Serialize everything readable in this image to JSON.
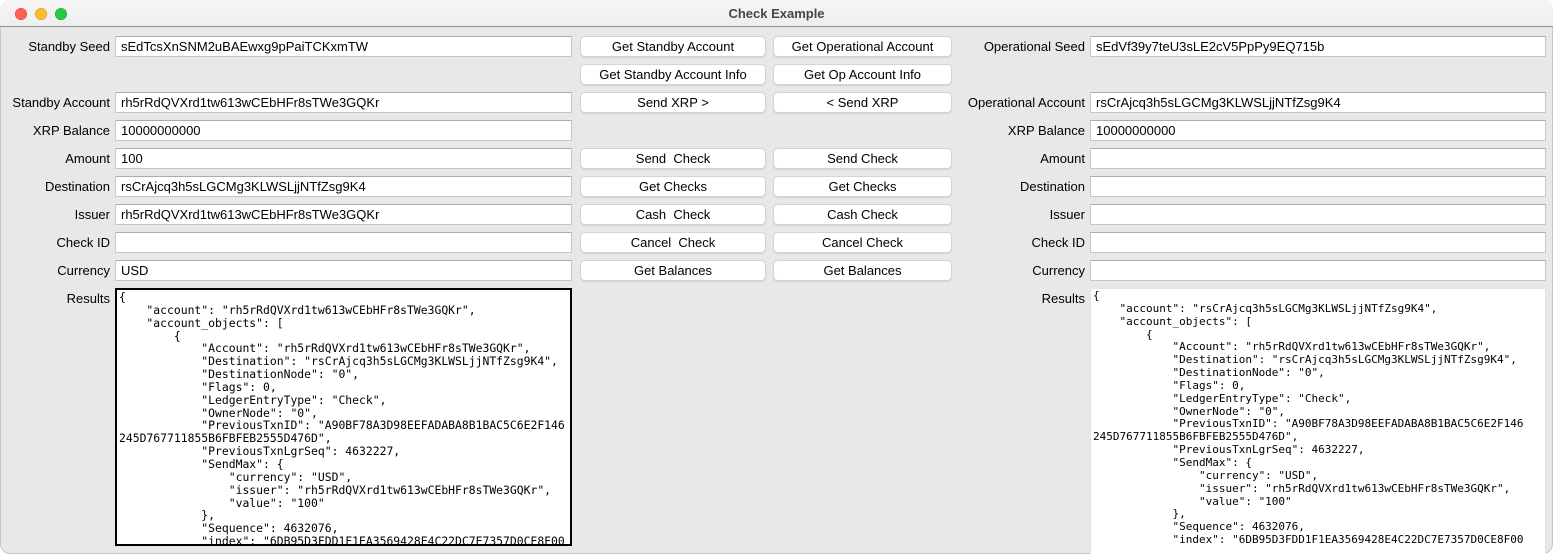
{
  "window": {
    "title": "Check Example"
  },
  "colors": {
    "close": "#ff5f57",
    "minimize": "#febc2e",
    "zoom": "#28c840",
    "content_bg": "#e8e8e8",
    "focus_border": "#000000"
  },
  "standby": {
    "seed_label": "Standby Seed",
    "seed_value": "sEdTcsXnSNM2uBAEwxg9pPaiTCKxmTW",
    "account_label": "Standby Account",
    "account_value": "rh5rRdQVXrd1tw613wCEbHFr8sTWe3GQKr",
    "balance_label": "XRP Balance",
    "balance_value": "10000000000",
    "amount_label": "Amount",
    "amount_value": "100",
    "destination_label": "Destination",
    "destination_value": "rsCrAjcq3h5sLGCMg3KLWSLjjNTfZsg9K4",
    "issuer_label": "Issuer",
    "issuer_value": "rh5rRdQVXrd1tw613wCEbHFr8sTWe3GQKr",
    "check_id_label": "Check ID",
    "check_id_value": "",
    "currency_label": "Currency",
    "currency_value": "USD",
    "results_label": "Results",
    "results_value": "{\n    \"account\": \"rh5rRdQVXrd1tw613wCEbHFr8sTWe3GQKr\",\n    \"account_objects\": [\n        {\n            \"Account\": \"rh5rRdQVXrd1tw613wCEbHFr8sTWe3GQKr\",\n            \"Destination\": \"rsCrAjcq3h5sLGCMg3KLWSLjjNTfZsg9K4\",\n            \"DestinationNode\": \"0\",\n            \"Flags\": 0,\n            \"LedgerEntryType\": \"Check\",\n            \"OwnerNode\": \"0\",\n            \"PreviousTxnID\": \"A90BF78A3D98EEFADABA8B1BAC5C6E2F146\n245D767711855B6FBFEB2555D476D\",\n            \"PreviousTxnLgrSeq\": 4632227,\n            \"SendMax\": {\n                \"currency\": \"USD\",\n                \"issuer\": \"rh5rRdQVXrd1tw613wCEbHFr8sTWe3GQKr\",\n                \"value\": \"100\"\n            },\n            \"Sequence\": 4632076,\n            \"index\": \"6DB95D3FDD1F1EA3569428E4C22DC7E7357D0CE8F00"
  },
  "operational": {
    "seed_label": "Operational Seed",
    "seed_value": "sEdVf39y7teU3sLE2cV5PpPy9EQ715b",
    "account_label": "Operational Account",
    "account_value": "rsCrAjcq3h5sLGCMg3KLWSLjjNTfZsg9K4",
    "balance_label": "XRP Balance",
    "balance_value": "10000000000",
    "amount_label": "Amount",
    "amount_value": "",
    "destination_label": "Destination",
    "destination_value": "",
    "issuer_label": "Issuer",
    "issuer_value": "",
    "check_id_label": "Check ID",
    "check_id_value": "",
    "currency_label": "Currency",
    "currency_value": "",
    "results_label": "Results",
    "results_value": "{\n    \"account\": \"rsCrAjcq3h5sLGCMg3KLWSLjjNTfZsg9K4\",\n    \"account_objects\": [\n        {\n            \"Account\": \"rh5rRdQVXrd1tw613wCEbHFr8sTWe3GQKr\",\n            \"Destination\": \"rsCrAjcq3h5sLGCMg3KLWSLjjNTfZsg9K4\",\n            \"DestinationNode\": \"0\",\n            \"Flags\": 0,\n            \"LedgerEntryType\": \"Check\",\n            \"OwnerNode\": \"0\",\n            \"PreviousTxnID\": \"A90BF78A3D98EEFADABA8B1BAC5C6E2F146\n245D767711855B6FBFEB2555D476D\",\n            \"PreviousTxnLgrSeq\": 4632227,\n            \"SendMax\": {\n                \"currency\": \"USD\",\n                \"issuer\": \"rh5rRdQVXrd1tw613wCEbHFr8sTWe3GQKr\",\n                \"value\": \"100\"\n            },\n            \"Sequence\": 4632076,\n            \"index\": \"6DB95D3FDD1F1EA3569428E4C22DC7E7357D0CE8F00"
  },
  "buttons": {
    "standby": [
      "Get Standby Account",
      "Get Standby Account Info",
      "Send XRP >",
      "Send  Check",
      "Get Checks",
      "Cash  Check",
      "Cancel  Check",
      "Get Balances"
    ],
    "operational": [
      "Get Operational Account",
      "Get Op Account Info",
      "< Send XRP",
      "Send Check",
      "Get Checks",
      "Cash Check",
      "Cancel Check",
      "Get Balances"
    ]
  }
}
